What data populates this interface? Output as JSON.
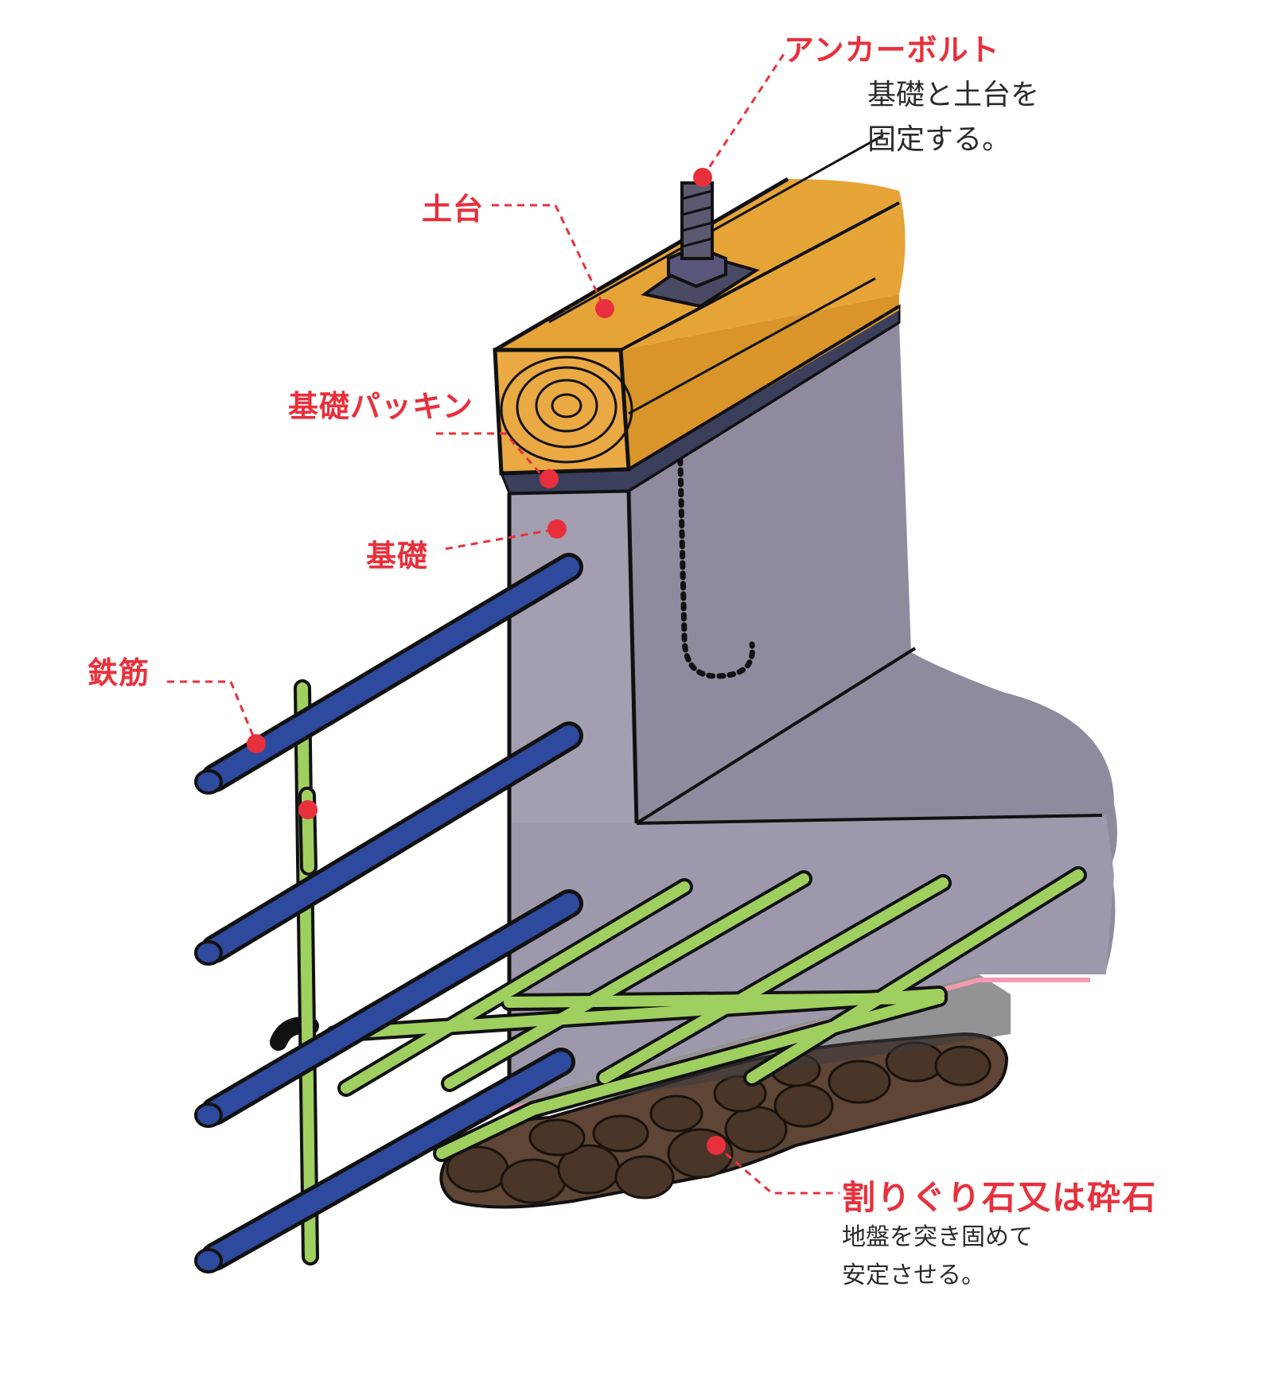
{
  "labels": {
    "anchor_bolt": "アンカーボルト",
    "anchor_note_1": "基礎と土台を",
    "anchor_note_2": "固定する。",
    "sill": "土台",
    "packing": "基礎パッキン",
    "foundation": "基礎",
    "rebar": "鉄筋",
    "gravel": "割りぐり石又は砕石",
    "gravel_note_1": "地盤を突き固めて",
    "gravel_note_2": "安定させる。"
  },
  "colors": {
    "label_red": "#e8303c",
    "concrete": "#8f8a9d",
    "concrete_front": "#9d98ab",
    "timber": "#e6a437",
    "rebar_blue": "#2e4a9e",
    "rebar_green": "#9fcf5f",
    "gravel": "#5e4535",
    "packing": "#3b3f5c"
  }
}
